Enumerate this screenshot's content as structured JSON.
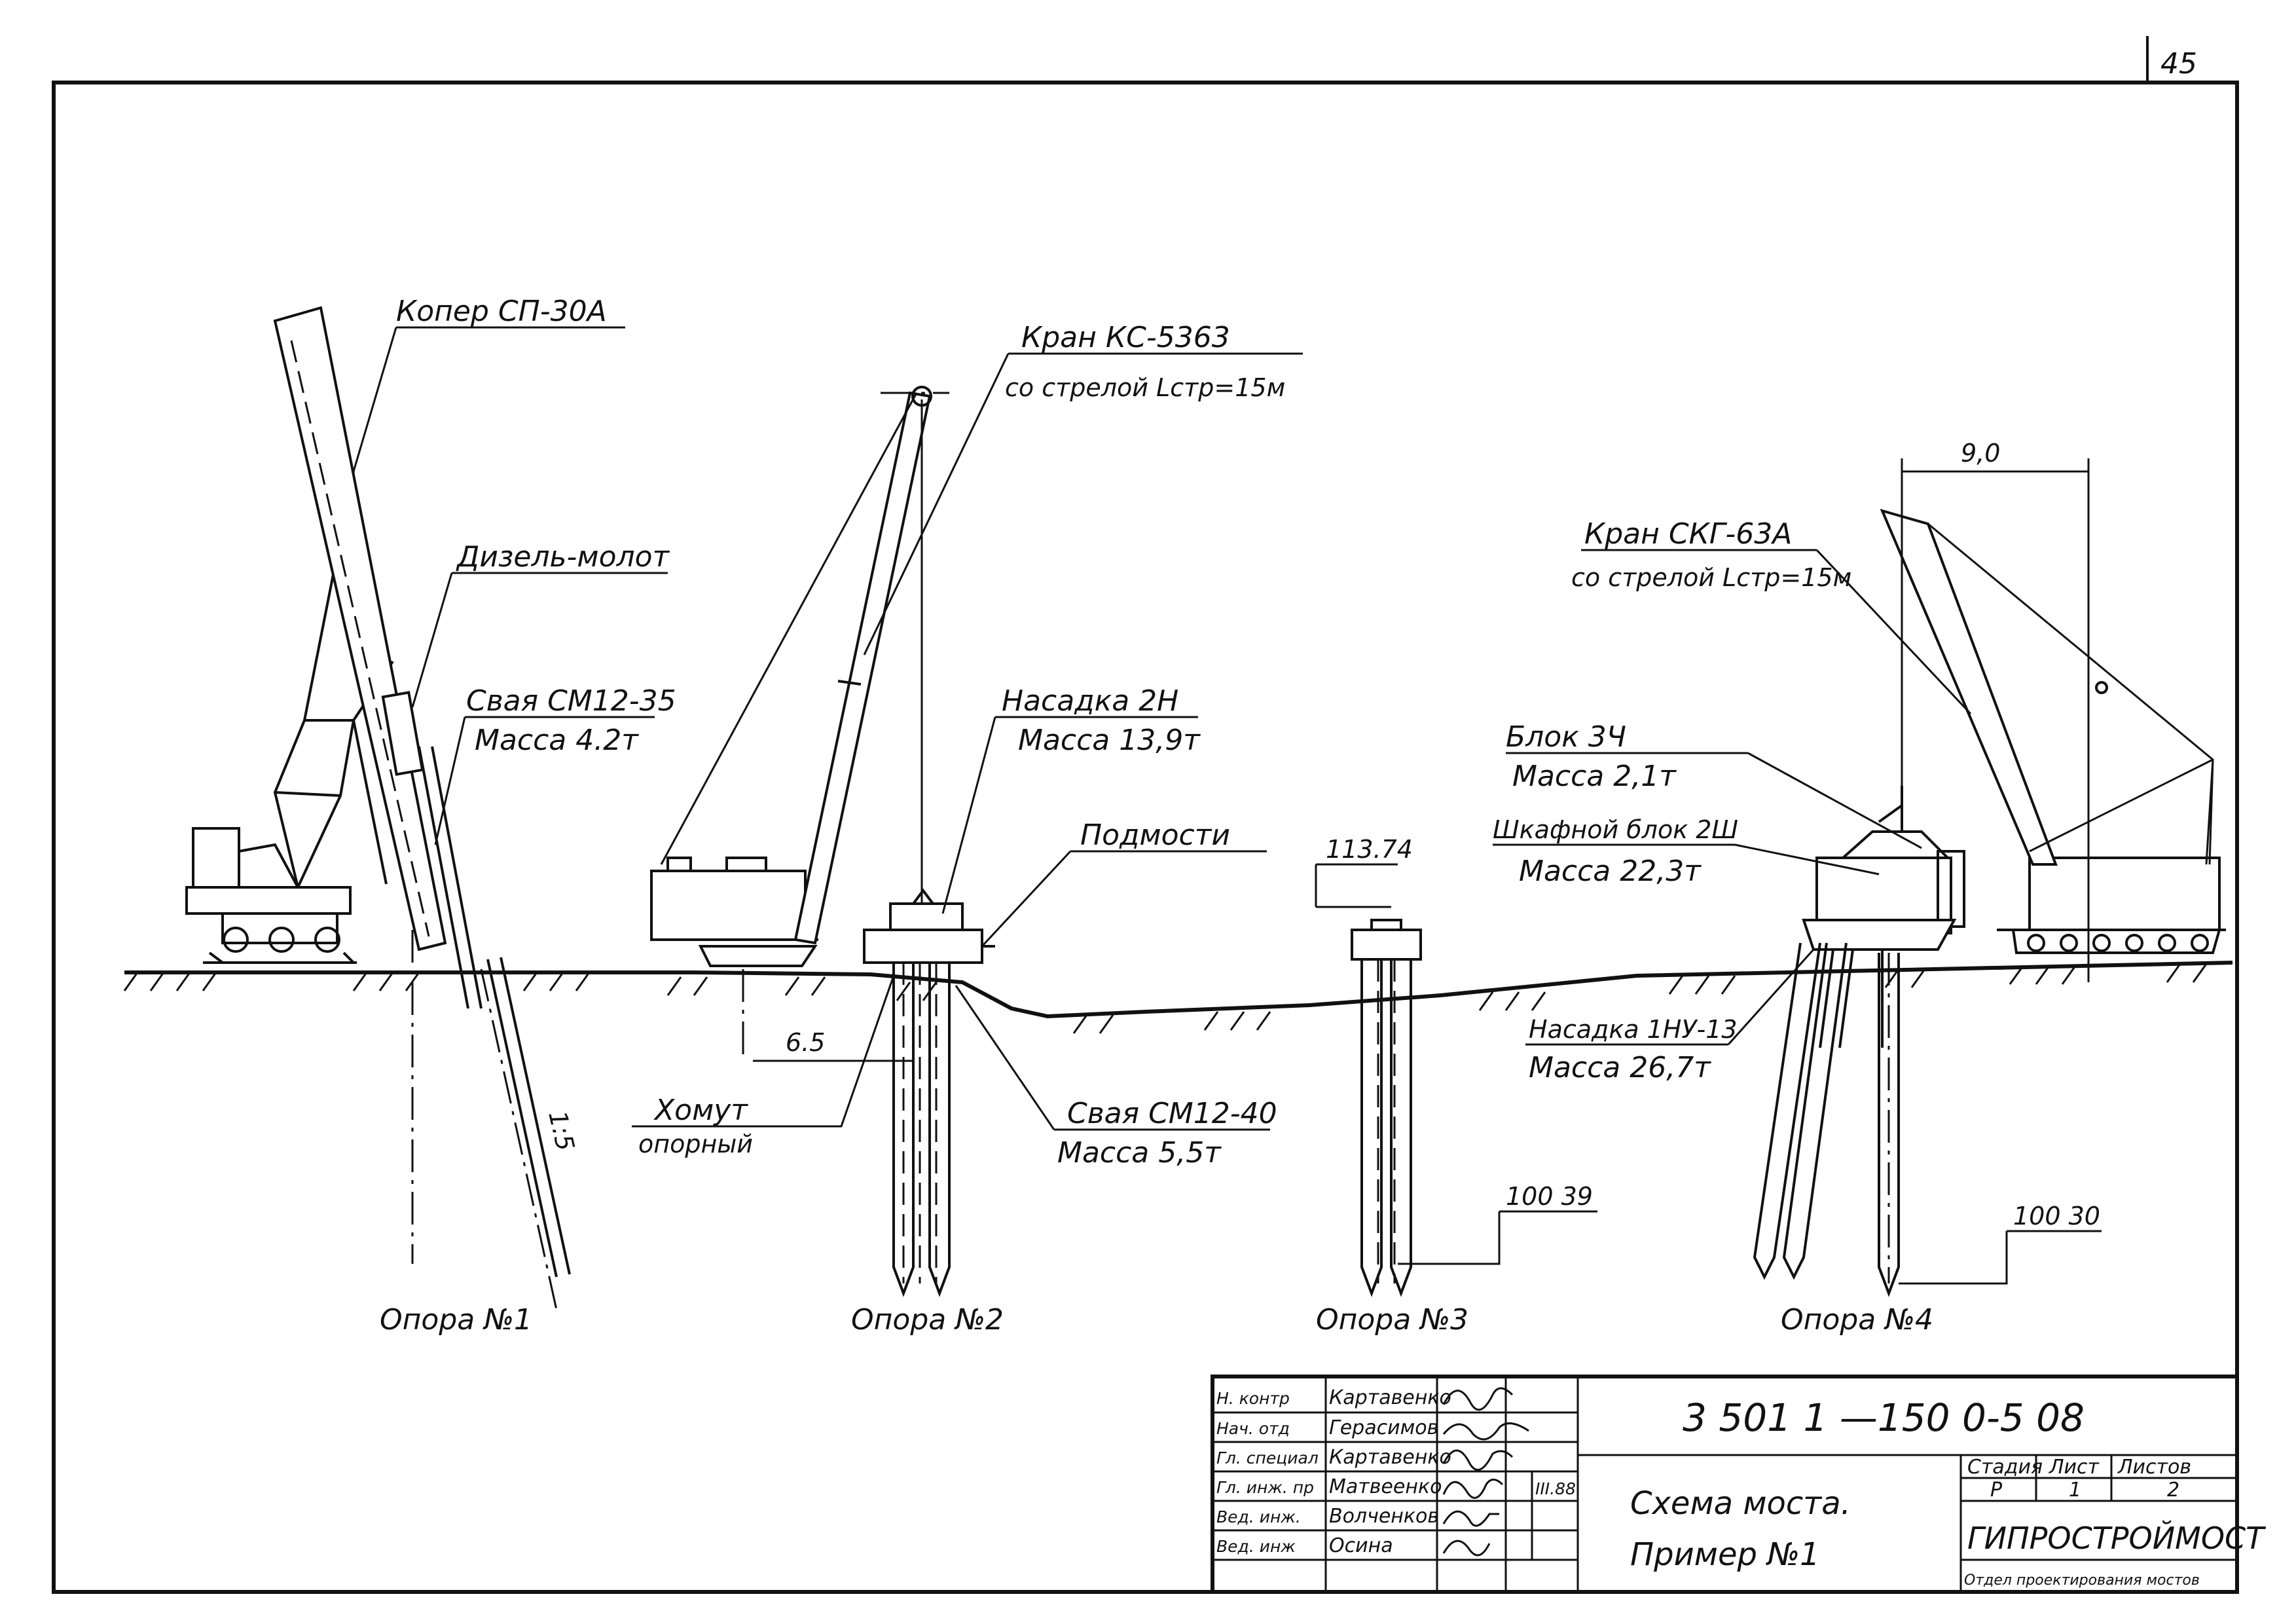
{
  "page_number": "45",
  "labels": {
    "koper": "Копер СП-30А",
    "diesel_hammer": "Дизель-молот",
    "pile1_name": "Свая СМ12-35",
    "pile1_mass": "Масса 4.2т",
    "crane1_name": "Кран КС-5363",
    "crane1_boom": "со стрелой Lстр=15м",
    "cap2_name": "Насадка 2Н",
    "cap2_mass": "Масса 13,9т",
    "scaffold": "Подмости",
    "dim_65": "6.5",
    "clamp_line1": "Хомут",
    "clamp_line2": "опорный",
    "pile2_name": "Свая СМ12-40",
    "pile2_mass": "Масса 5,5т",
    "elev_top": "113.74",
    "block_name": "Блок 3Ч",
    "block_mass": "Масса 2,1т",
    "cabinet_name": "Шкафной блок 2Ш",
    "cabinet_mass": "Масса 22,3т",
    "cap4_name": "Насадка 1НУ-13",
    "cap4_mass": "Масса 26,7т",
    "crane2_name": "Кран СКГ-63А",
    "crane2_boom": "со стрелой Lстр=15м",
    "dim_90": "9,0",
    "slope": "1:5",
    "elev_3": "100 39",
    "elev_4": "100 30",
    "support1": "Опора №1",
    "support2": "Опора №2",
    "support3": "Опора №3",
    "support4": "Опора №4"
  },
  "title_block": {
    "roles": [
      "Н. контр",
      "Нач. отд",
      "Гл. специал",
      "Гл. инж. пр",
      "Вед. инж.",
      "Вед. инж"
    ],
    "names": [
      "Картавенко",
      "Герасимов",
      "Картавенко",
      "Матвеенко",
      "Волченков",
      "Осина"
    ],
    "date": "III.88",
    "doc_code": "3   501   1 —150 0-5 08",
    "title_line1": "Схема   моста.",
    "title_line2": "Пример №1",
    "stage_header": "Стадия",
    "sheet_header": "Лист",
    "sheets_header": "Листов",
    "stage": "Р",
    "sheet": "1",
    "sheets": "2",
    "org": "ГИПРОСТРОЙМОСТ",
    "dept": "Отдел проектирования мостов"
  }
}
